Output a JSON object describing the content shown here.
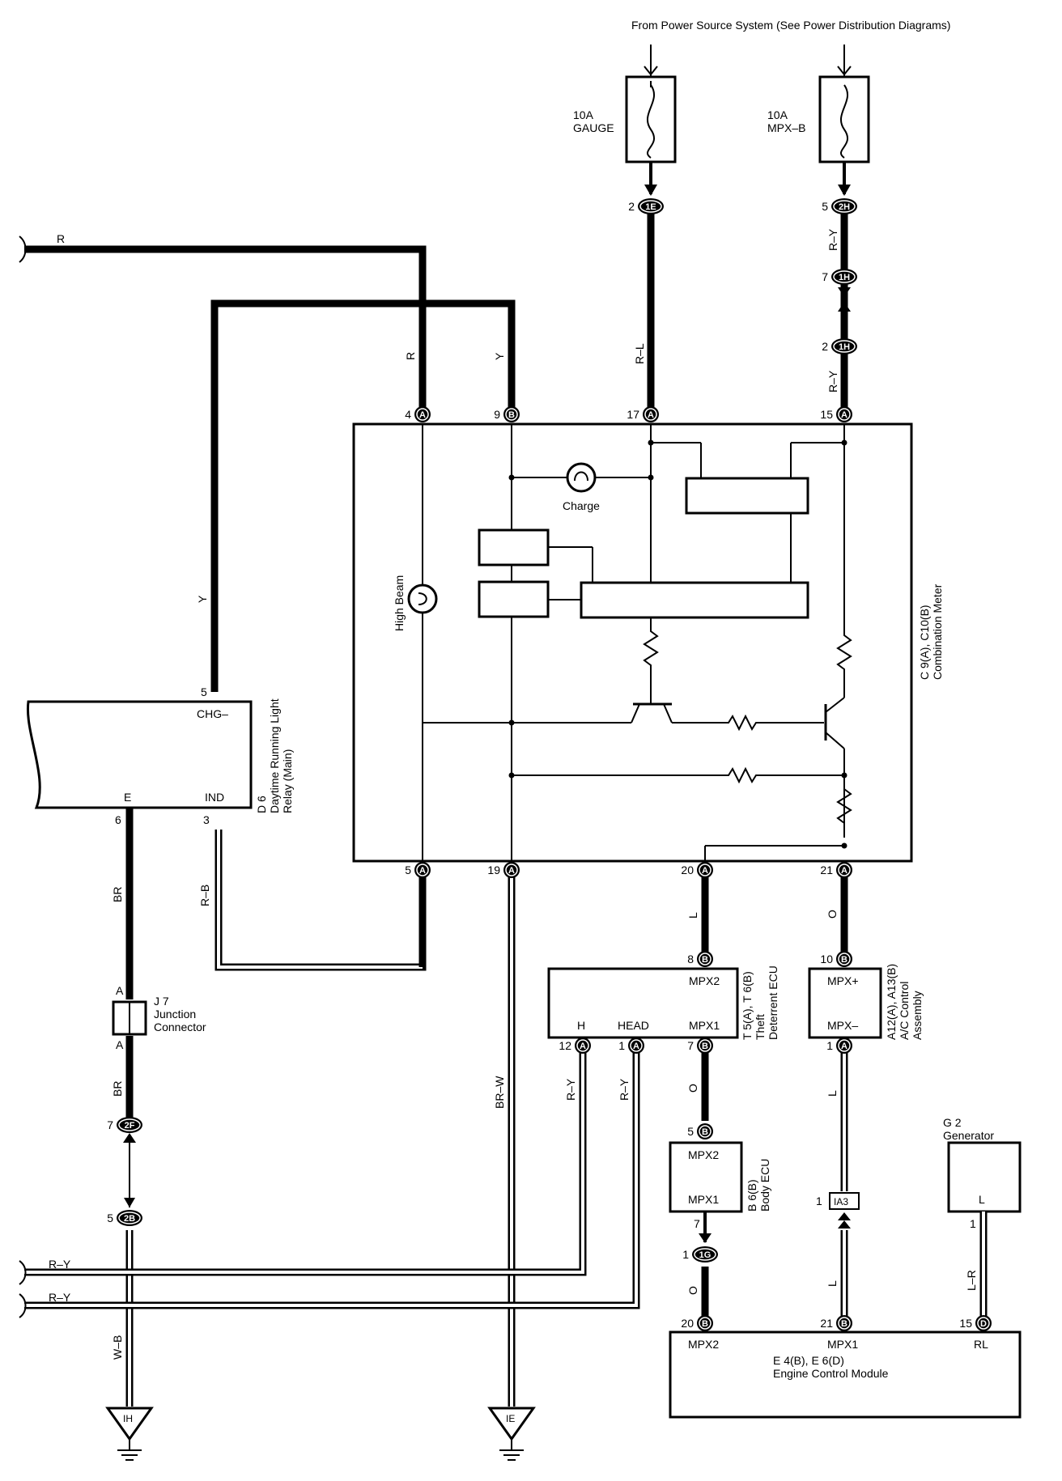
{
  "header": {
    "power_source": "From Power Source System (See Power Distribution Diagrams)"
  },
  "fuses": {
    "gauge": {
      "amp": "10A",
      "name": "GAUGE"
    },
    "mpxb": {
      "amp": "10A",
      "name": "MPX–B"
    }
  },
  "connectors": {
    "c1E": {
      "code": "1E",
      "pin": "2"
    },
    "c2H": {
      "code": "2H",
      "pin": "5"
    },
    "c1H_top": {
      "code": "1H",
      "pin": "7"
    },
    "c1H_bot": {
      "code": "1H",
      "pin": "2"
    },
    "cm_4A": {
      "code": "A",
      "pin": "4"
    },
    "cm_9B": {
      "code": "B",
      "pin": "9"
    },
    "cm_17A": {
      "code": "A",
      "pin": "17"
    },
    "cm_15A": {
      "code": "A",
      "pin": "15"
    },
    "cm_5A": {
      "code": "A",
      "pin": "5"
    },
    "cm_19A": {
      "code": "A",
      "pin": "19"
    },
    "cm_20A": {
      "code": "A",
      "pin": "20"
    },
    "cm_21A": {
      "code": "A",
      "pin": "21"
    },
    "td_8B": {
      "code": "B",
      "pin": "8"
    },
    "ac_10B": {
      "code": "B",
      "pin": "10"
    },
    "td_12A": {
      "code": "A",
      "pin": "12"
    },
    "td_1A": {
      "code": "A",
      "pin": "1"
    },
    "td_7B": {
      "code": "B",
      "pin": "7"
    },
    "ac_1A": {
      "code": "A",
      "pin": "1"
    },
    "c2F": {
      "code": "2F",
      "pin": "7"
    },
    "c2B": {
      "code": "2B",
      "pin": "5"
    },
    "be_5B": {
      "code": "B",
      "pin": "5"
    },
    "c1G": {
      "code": "1G",
      "pin": "1"
    },
    "ia3": {
      "code": "IA3",
      "pin": "1"
    },
    "ecm_20B": {
      "code": "B",
      "pin": "20"
    },
    "ecm_21B": {
      "code": "B",
      "pin": "21"
    },
    "ecm_15D": {
      "code": "D",
      "pin": "15"
    }
  },
  "wires": {
    "R": "R",
    "Y": "Y",
    "R_L": "R–L",
    "R_Y": "R–Y",
    "BR": "BR",
    "R_B": "R–B",
    "BR_W": "BR–W",
    "L": "L",
    "O": "O",
    "W_B": "W–B",
    "L_R": "L–R"
  },
  "combination_meter": {
    "title": "C 9(A), C10(B)",
    "name": "Combination Meter",
    "high_beam": "High Beam",
    "charge": "Charge"
  },
  "drl_relay": {
    "title": "D 6",
    "name1": "Daytime Running Light",
    "name2": "Relay (Main)",
    "pin_chg": "CHG–",
    "pin_e": "E",
    "pin_ind": "IND",
    "pin_chg_no": "5",
    "pin_e_no": "6",
    "pin_ind_no": "3"
  },
  "junction": {
    "title": "J 7",
    "line1": "Junction",
    "line2": "Connector",
    "pin_top": "A",
    "pin_bot": "A"
  },
  "theft_ecu": {
    "title": "T 5(A), T 6(B)",
    "name1": "Theft",
    "name2": "Deterrent ECU",
    "pin_mpx2": "MPX2",
    "pin_h": "H",
    "pin_head": "HEAD",
    "pin_mpx1": "MPX1"
  },
  "ac_control": {
    "title": "A12(A), A13(B)",
    "name1": "A/C Control",
    "name2": "Assembly",
    "pin_plus": "MPX+",
    "pin_minus": "MPX–"
  },
  "body_ecu": {
    "title": "B 6(B)",
    "name": "Body ECU",
    "pin_mpx2": "MPX2",
    "pin_mpx1": "MPX1",
    "pin_out": "7"
  },
  "generator": {
    "title": "G 2",
    "name": "Generator",
    "pin_l": "L",
    "pin_no": "1"
  },
  "ecm": {
    "title": "E 4(B), E 6(D)",
    "name": "Engine Control Module",
    "pin_mpx2": "MPX2",
    "pin_mpx1": "MPX1",
    "pin_rl": "RL"
  },
  "grounds": {
    "ih": "IH",
    "ie": "IE"
  }
}
